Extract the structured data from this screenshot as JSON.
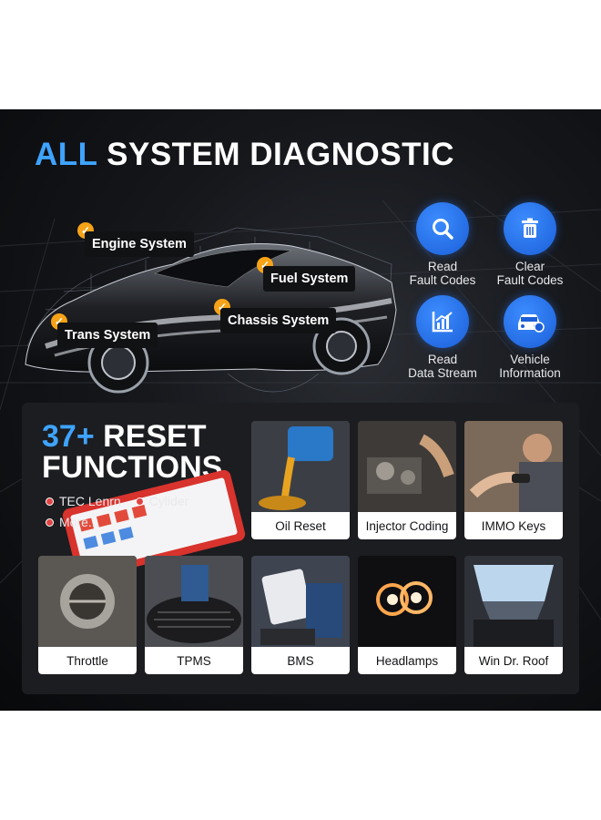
{
  "headline": {
    "accent": "ALL",
    "rest": "SYSTEM DIAGNOSTIC"
  },
  "systems": [
    {
      "label": "Engine System"
    },
    {
      "label": "Fuel System"
    },
    {
      "label": "Chassis System"
    },
    {
      "label": "Trans System"
    }
  ],
  "features": [
    {
      "line1": "Read",
      "line2": "Fault Codes",
      "icon": "search-icon"
    },
    {
      "line1": "Clear",
      "line2": "Fault Codes",
      "icon": "trash-icon"
    },
    {
      "line1": "Read",
      "line2": "Data Stream",
      "icon": "chart-icon"
    },
    {
      "line1": "Vehicle",
      "line2": "Information",
      "icon": "car-vin-icon"
    }
  ],
  "reset": {
    "accent": "37+",
    "line1_rest": "RESET",
    "line2": "FUNCTIONS",
    "bullets": [
      "TEC Lenrn",
      "Cylider",
      "More..."
    ]
  },
  "tiles": [
    {
      "label": "Oil Reset"
    },
    {
      "label": "Injector Coding"
    },
    {
      "label": "IMMO Keys"
    },
    {
      "label": "Throttle"
    },
    {
      "label": "TPMS"
    },
    {
      "label": "BMS"
    },
    {
      "label": "Headlamps"
    },
    {
      "label": "Win Dr. Roof"
    }
  ],
  "colors": {
    "accent": "#3ea4ff",
    "check": "#f6a317",
    "icon_bg": "#1b5fd8",
    "bullet": "#e04444"
  }
}
